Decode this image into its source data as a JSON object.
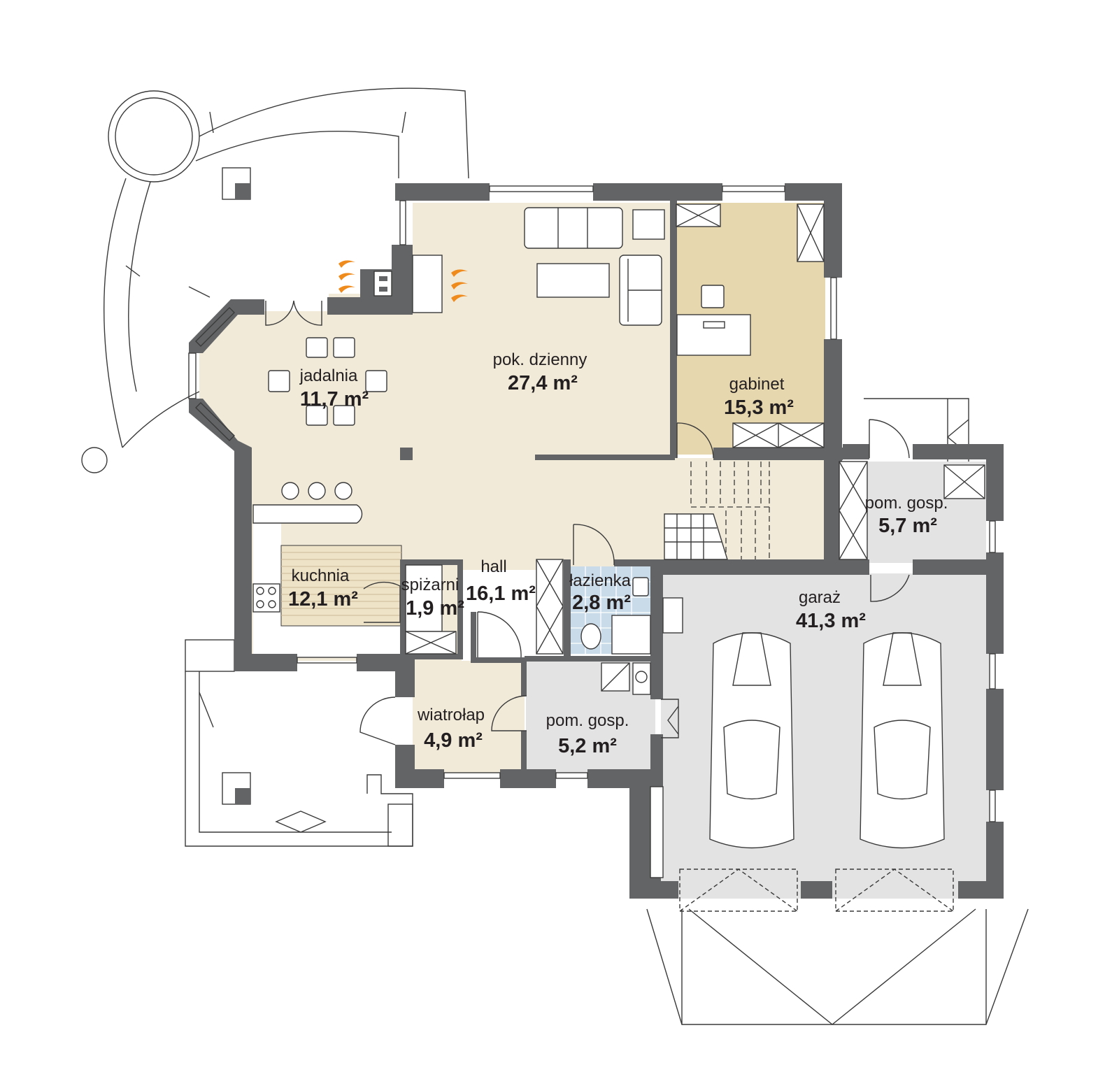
{
  "colors": {
    "wall": "#636466",
    "living": "#f1ead9",
    "study": "#e7d7ae",
    "utility": "#e3e3e3",
    "bathroom": "#c9dbe8",
    "fireplace_flame": "#ef8a1c"
  },
  "rooms": [
    {
      "name": "jadalnia",
      "area": "11,7 m²"
    },
    {
      "name": "pok. dzienny",
      "area": "27,4 m²"
    },
    {
      "name": "gabinet",
      "area": "15,3 m²"
    },
    {
      "name": "pom. gosp.",
      "area": "5,7 m²"
    },
    {
      "name": "kuchnia",
      "area": "12,1 m²"
    },
    {
      "name": "spiżarni",
      "area": "1,9 m²"
    },
    {
      "name": "hall",
      "area": "16,1 m²"
    },
    {
      "name": "łazienka",
      "area": "2,8 m²"
    },
    {
      "name": "garaż",
      "area": "41,3 m²"
    },
    {
      "name": "wiatrołap",
      "area": "4,9 m²"
    },
    {
      "name": "pom. gosp.",
      "area": "5,2 m²"
    }
  ]
}
